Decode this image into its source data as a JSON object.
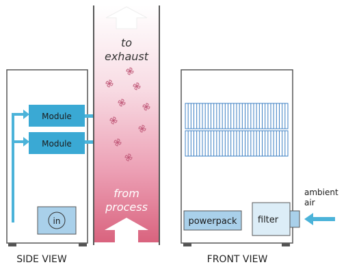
{
  "side_view": {
    "caption": "SIDE VIEW",
    "modules": [
      "Module",
      "Module"
    ],
    "inlet_label": "in"
  },
  "duct": {
    "top_text": [
      "to",
      "exhaust"
    ],
    "bottom_text": [
      "from",
      "process"
    ]
  },
  "front_view": {
    "caption": "FRONT VIEW",
    "powerpack_label": "powerpack",
    "filter_label": "filter",
    "ambient_label": [
      "ambient",
      "air"
    ]
  },
  "colors": {
    "outline": "#555555",
    "arrow_blue": "#4bb3d9",
    "module_blue": "#3aa9d4",
    "light_blue": "#a9d0ea",
    "filter_fill": "#dcedf7",
    "duct_pink": "#d9637e",
    "fan_pink": "#c05878",
    "grille_line": "#3b7fc3"
  }
}
